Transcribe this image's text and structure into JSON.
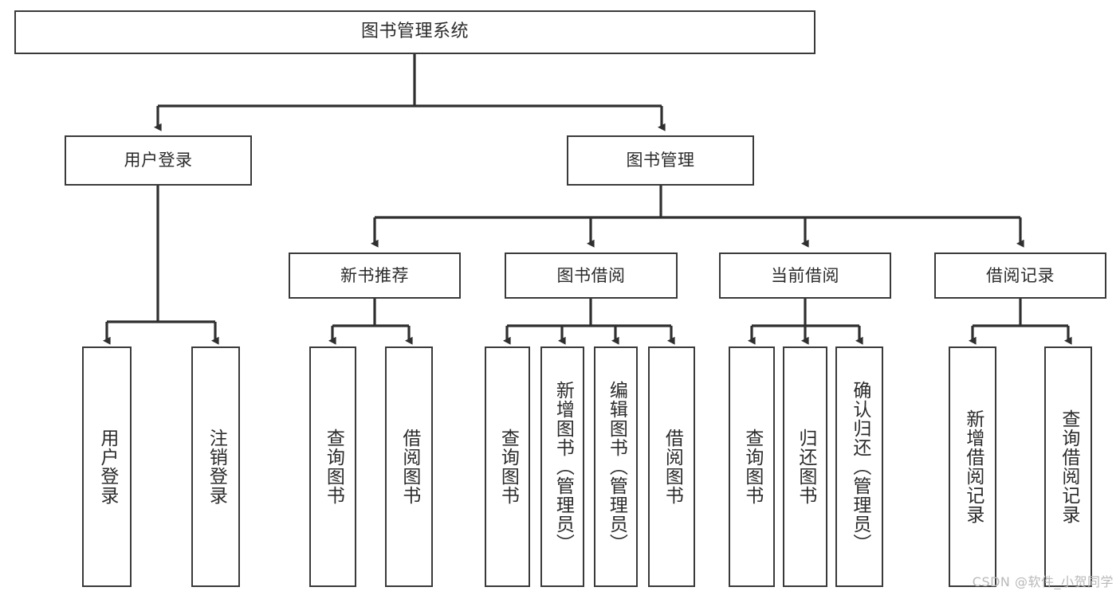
{
  "diagram": {
    "title": "图书管理系统",
    "type": "hierarchy-tree",
    "watermark": "CSDN @软件_小贺同学",
    "colors": {
      "box_border": "#3a3a3a",
      "box_fill": "#ffffff",
      "text": "#2b2b2b",
      "connector": "#2f2f2f",
      "watermark": "#b9b9b9"
    },
    "levels": [
      {
        "level": 1,
        "nodes": [
          {
            "id": "root",
            "label": "图书管理系统",
            "orientation": "horizontal"
          }
        ]
      },
      {
        "level": 2,
        "nodes": [
          {
            "id": "login",
            "label": "用户登录",
            "orientation": "horizontal",
            "parent": "root"
          },
          {
            "id": "book-mgmt",
            "label": "图书管理",
            "orientation": "horizontal",
            "parent": "root"
          }
        ]
      },
      {
        "level": 3,
        "nodes": [
          {
            "id": "new-book-rec",
            "label": "新书推荐",
            "orientation": "horizontal",
            "parent": "book-mgmt"
          },
          {
            "id": "book-borrow",
            "label": "图书借阅",
            "orientation": "horizontal",
            "parent": "book-mgmt"
          },
          {
            "id": "current-borrow",
            "label": "当前借阅",
            "orientation": "horizontal",
            "parent": "book-mgmt"
          },
          {
            "id": "borrow-record",
            "label": "借阅记录",
            "orientation": "horizontal",
            "parent": "book-mgmt"
          }
        ]
      },
      {
        "level": 4,
        "nodes": [
          {
            "id": "leaf-user-login",
            "label": "用户登录",
            "orientation": "vertical",
            "parent": "login"
          },
          {
            "id": "leaf-logout",
            "label": "注销登录",
            "orientation": "vertical",
            "parent": "login"
          },
          {
            "id": "leaf-query-book-1",
            "label": "查询图书",
            "orientation": "vertical",
            "parent": "new-book-rec"
          },
          {
            "id": "leaf-borrow-book-1",
            "label": "借阅图书",
            "orientation": "vertical",
            "parent": "new-book-rec"
          },
          {
            "id": "leaf-query-book-2",
            "label": "查询图书",
            "orientation": "vertical",
            "parent": "book-borrow"
          },
          {
            "id": "leaf-add-book",
            "label": "新增图书（管理员）",
            "orientation": "vertical",
            "parent": "book-borrow"
          },
          {
            "id": "leaf-edit-book",
            "label": "编辑图书（管理员）",
            "orientation": "vertical",
            "parent": "book-borrow"
          },
          {
            "id": "leaf-borrow-book-2",
            "label": "借阅图书",
            "orientation": "vertical",
            "parent": "book-borrow"
          },
          {
            "id": "leaf-query-book-3",
            "label": "查询图书",
            "orientation": "vertical",
            "parent": "current-borrow"
          },
          {
            "id": "leaf-return-book",
            "label": "归还图书",
            "orientation": "vertical",
            "parent": "current-borrow"
          },
          {
            "id": "leaf-confirm-return",
            "label": "确认归还（管理员）",
            "orientation": "vertical",
            "parent": "current-borrow"
          },
          {
            "id": "leaf-add-record",
            "label": "新增借阅记录",
            "orientation": "vertical",
            "parent": "borrow-record"
          },
          {
            "id": "leaf-query-record",
            "label": "查询借阅记录",
            "orientation": "vertical",
            "parent": "borrow-record"
          }
        ]
      }
    ]
  }
}
